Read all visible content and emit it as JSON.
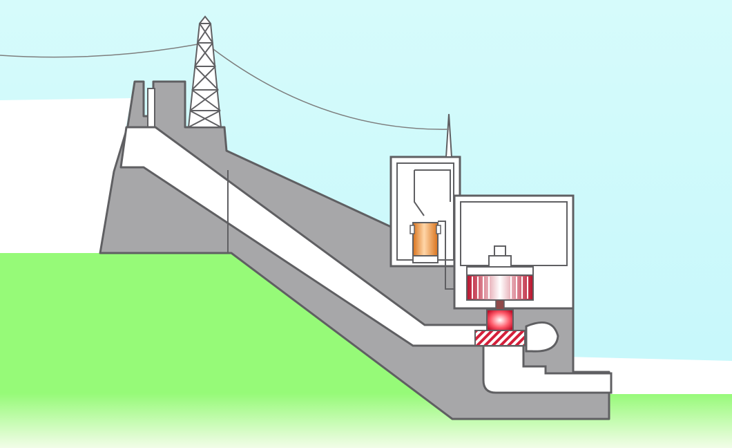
{
  "colors": {
    "sky_top": "#d6fbfb",
    "sky_bottom": "#c4f7fb",
    "water_reservoir": "#ffffff",
    "water_tail": "#ffffff",
    "ground_top": "#96fa78",
    "ground_bottom": "#f2fde8",
    "concrete": "#a7a7a9",
    "outline": "#5f5f62",
    "penstock_fill": "#ffffff",
    "transformer": "#f39a3a",
    "generator": "#e0223a",
    "turbine": "#e0223a",
    "powerline": "#7d7d7d"
  },
  "components": [
    {
      "id": "reservoir",
      "icon": "reservoir-water"
    },
    {
      "id": "dam",
      "icon": "concrete-dam"
    },
    {
      "id": "intake",
      "icon": "intake-gate"
    },
    {
      "id": "tower",
      "icon": "transmission-tower"
    },
    {
      "id": "power-line",
      "icon": "power-line"
    },
    {
      "id": "penstock",
      "icon": "penstock-pipe"
    },
    {
      "id": "powerhouse",
      "icon": "powerhouse-building"
    },
    {
      "id": "transformer",
      "icon": "transformer"
    },
    {
      "id": "generator",
      "icon": "generator"
    },
    {
      "id": "turbine",
      "icon": "water-turbine"
    },
    {
      "id": "draft-tube",
      "icon": "draft-tube"
    },
    {
      "id": "tailrace",
      "icon": "tailrace-water"
    }
  ]
}
